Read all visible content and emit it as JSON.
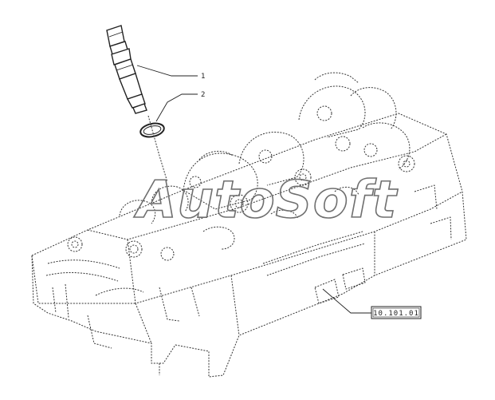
{
  "callouts": [
    {
      "label": "1"
    },
    {
      "label": "2"
    }
  ],
  "reference": {
    "label": "10.101.01"
  },
  "watermark": {
    "text": "AutoSoft"
  }
}
